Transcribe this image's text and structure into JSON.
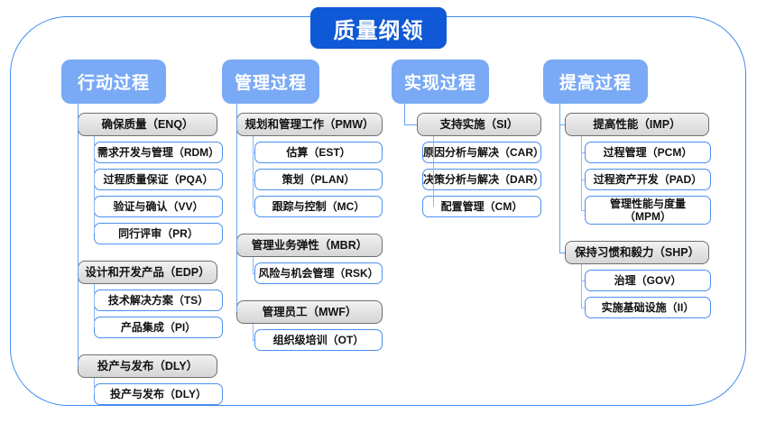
{
  "root": {
    "title": "质量纲领"
  },
  "colors": {
    "root_bg": "#1059d6",
    "column_header_bg": "#7aaaf5",
    "group_border": "#6f6f6f",
    "leaf_border": "#4a90f0",
    "connector": "#6aa3f0",
    "frame_border": "#3d8bf2"
  },
  "columns": [
    {
      "header": "行动过程",
      "groups": [
        {
          "label": "确保质量（ENQ）",
          "leaves": [
            "需求开发与管理（RDM）",
            "过程质量保证（PQA）",
            "验证与确认（VV）",
            "同行评审（PR）"
          ]
        },
        {
          "label": "设计和开发产品（EDP）",
          "leaves": [
            "技术解决方案（TS）",
            "产品集成（PI）"
          ]
        },
        {
          "label": "投产与发布（DLY）",
          "leaves": [
            "投产与发布（DLY）"
          ]
        }
      ]
    },
    {
      "header": "管理过程",
      "groups": [
        {
          "label": "规划和管理工作（PMW）",
          "leaves": [
            "估算（EST）",
            "策划（PLAN）",
            "跟踪与控制（MC）"
          ]
        },
        {
          "label": "管理业务弹性（MBR）",
          "leaves": [
            "风险与机会管理（RSK）"
          ]
        },
        {
          "label": "管理员工（MWF）",
          "leaves": [
            "组织级培训（OT）"
          ]
        }
      ]
    },
    {
      "header": "实现过程",
      "groups": [
        {
          "label": "支持实施（SI）",
          "leaves": [
            "原因分析与解决（CAR）",
            "决策分析与解决（DAR）",
            "配置管理（CM）"
          ]
        }
      ]
    },
    {
      "header": "提高过程",
      "groups": [
        {
          "label": "提高性能（IMP）",
          "leaves": [
            "过程管理（PCM）",
            "过程资产开发（PAD）",
            "管理性能与度量\n（MPM）"
          ]
        },
        {
          "label": "保持习惯和毅力（SHP）",
          "leaves": [
            "治理（GOV）",
            "实施基础设施（II）"
          ]
        }
      ]
    }
  ]
}
